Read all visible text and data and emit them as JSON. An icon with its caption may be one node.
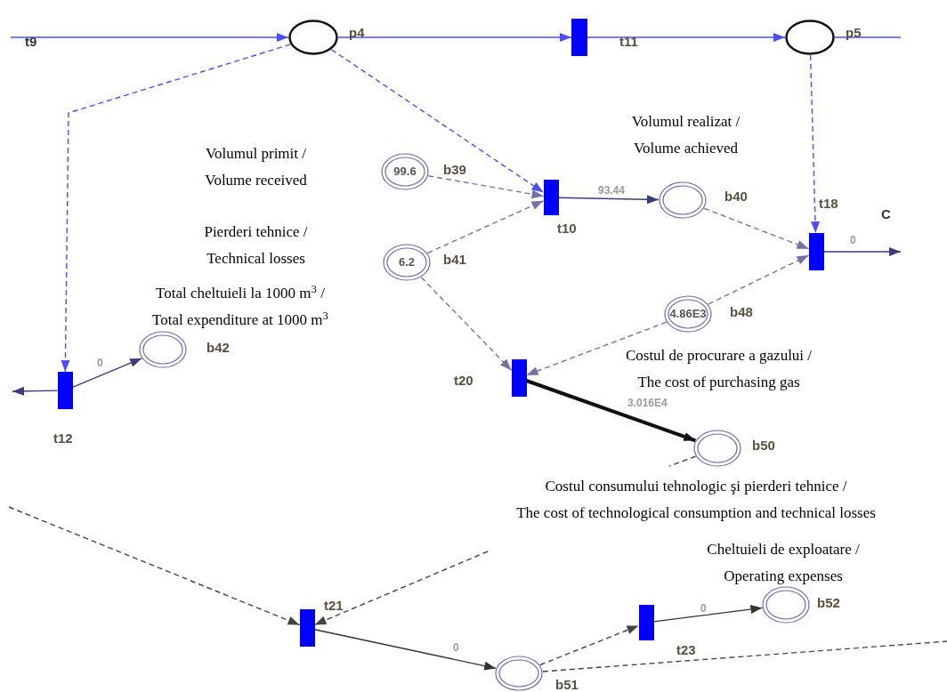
{
  "diagram": {
    "nodes": [
      {
        "text": [],
        "shape": "circle",
        "beside": [
          "p4"
        ]
      },
      {
        "text": [],
        "shape": "bar",
        "beside": [
          "t11"
        ]
      },
      {
        "text": [],
        "shape": "circle",
        "beside": [
          "p5"
        ]
      },
      {
        "text": [
          "99.6"
        ],
        "beside": [
          "b39"
        ]
      },
      {
        "text": [],
        "shape": "bar",
        "beside": [
          "t10"
        ]
      },
      {
        "text": [],
        "shape": "circle",
        "beside": [
          "b40"
        ]
      },
      {
        "text": [],
        "shape": "bar",
        "beside": [
          "t18"
        ]
      },
      {
        "text": [
          "6.2"
        ],
        "beside": [
          "b41"
        ]
      },
      {
        "text": [],
        "shape": "circle",
        "beside": [
          "b42"
        ]
      },
      {
        "text": [],
        "shape": "bar",
        "beside": [
          "t12"
        ]
      },
      {
        "text": [
          "4.86E3"
        ],
        "beside": [
          "b48"
        ]
      },
      {
        "text": [],
        "shape": "bar",
        "beside": [
          "t20"
        ]
      },
      {
        "text": [],
        "shape": "circle",
        "beside": [
          "b50"
        ]
      },
      {
        "text": [],
        "shape": "bar",
        "beside": [
          "t21"
        ]
      },
      {
        "text": [],
        "shape": "bar",
        "beside": [
          "t23"
        ]
      },
      {
        "text": [],
        "shape": "circle",
        "beside": [
          "b52"
        ]
      },
      {
        "text": [],
        "shape": "circle",
        "beside": [
          "b51"
        ]
      }
    ],
    "edges": [
      {
        "from": null,
        "to": 0,
        "arrow": "to",
        "color": "#4d4dff"
      },
      {
        "from": 0,
        "to": 1,
        "arrow": "to",
        "color": "#4d4dff"
      },
      {
        "from": 1,
        "to": 2,
        "arrow": "to",
        "color": "#4d4dff"
      },
      {
        "from": 2,
        "to": null,
        "arrow": "none",
        "color": "#4d4dff"
      },
      {
        "from": 0,
        "to": 9,
        "arrow": "to",
        "style": "dashed",
        "color": "#4d4dff"
      },
      {
        "from": 0,
        "to": 4,
        "arrow": "to",
        "style": "dashed",
        "color": "#4d4dff"
      },
      {
        "from": 2,
        "to": 6,
        "arrow": "to",
        "style": "dashed",
        "color": "#4d4dff"
      },
      {
        "from": 3,
        "to": 4,
        "arrow": "to",
        "style": "dashed",
        "color": "#7272a6"
      },
      {
        "from": 7,
        "to": 4,
        "arrow": "to",
        "style": "dashed",
        "color": "#7272a6"
      },
      {
        "from": 4,
        "to": 5,
        "arrow": "to",
        "label": "93.44",
        "color": "#3a3a80"
      },
      {
        "from": 5,
        "to": 6,
        "arrow": "to",
        "style": "dashed",
        "color": "#7272a6"
      },
      {
        "from": 6,
        "to": null,
        "arrow": "to",
        "label": "0",
        "color": "#3a3a80"
      },
      {
        "from": 7,
        "to": 11,
        "arrow": "to",
        "style": "dashed",
        "color": "#7272a6"
      },
      {
        "from": 10,
        "to": 6,
        "arrow": "to",
        "style": "dashed",
        "color": "#7272a6"
      },
      {
        "from": 10,
        "to": 11,
        "arrow": "to",
        "style": "dashed",
        "color": "#7272a6"
      },
      {
        "from": 9,
        "to": 8,
        "arrow": "to",
        "label": "0",
        "color": "#3a3a80"
      },
      {
        "from": 9,
        "to": null,
        "arrow": "to",
        "color": "#3a3a80"
      },
      {
        "from": 11,
        "to": 12,
        "arrow": "to",
        "label": "3.016E4",
        "style": "thick",
        "color": "#111111"
      },
      {
        "from": 12,
        "to": null,
        "arrow": "none",
        "style": "dashed",
        "color": "#444444"
      },
      {
        "from": null,
        "to": 13,
        "arrow": "to",
        "style": "dashed",
        "color": "#444444"
      },
      {
        "from": null,
        "to": 13,
        "arrow": "to",
        "style": "dashed",
        "color": "#444444"
      },
      {
        "from": 13,
        "to": 16,
        "arrow": "to",
        "label": "0",
        "color": "#333333"
      },
      {
        "from": 16,
        "to": 14,
        "arrow": "to",
        "style": "dashed",
        "color": "#444444"
      },
      {
        "from": 14,
        "to": 15,
        "arrow": "to",
        "label": "0",
        "color": "#333333"
      },
      {
        "from": 16,
        "to": null,
        "arrow": "none",
        "style": "dashed",
        "color": "#444444"
      }
    ],
    "labels": [
      "t9",
      "Volumul primit / Volume received",
      "Volumul realizat / Volume achieved",
      "Pierderi tehnice / Technical losses",
      "Total cheltuieli la 1000 m$^{3}$ / Total expenditure at 1000 m$^{3}$",
      "C",
      "Costul de procurare a gazului / The cost of purchasing gas",
      "Costul consumului tehnologic şi pierderi tehnice / The cost of technological consumption and technical losses",
      "Cheltuieli de exploatare / Operating expenses"
    ]
  }
}
